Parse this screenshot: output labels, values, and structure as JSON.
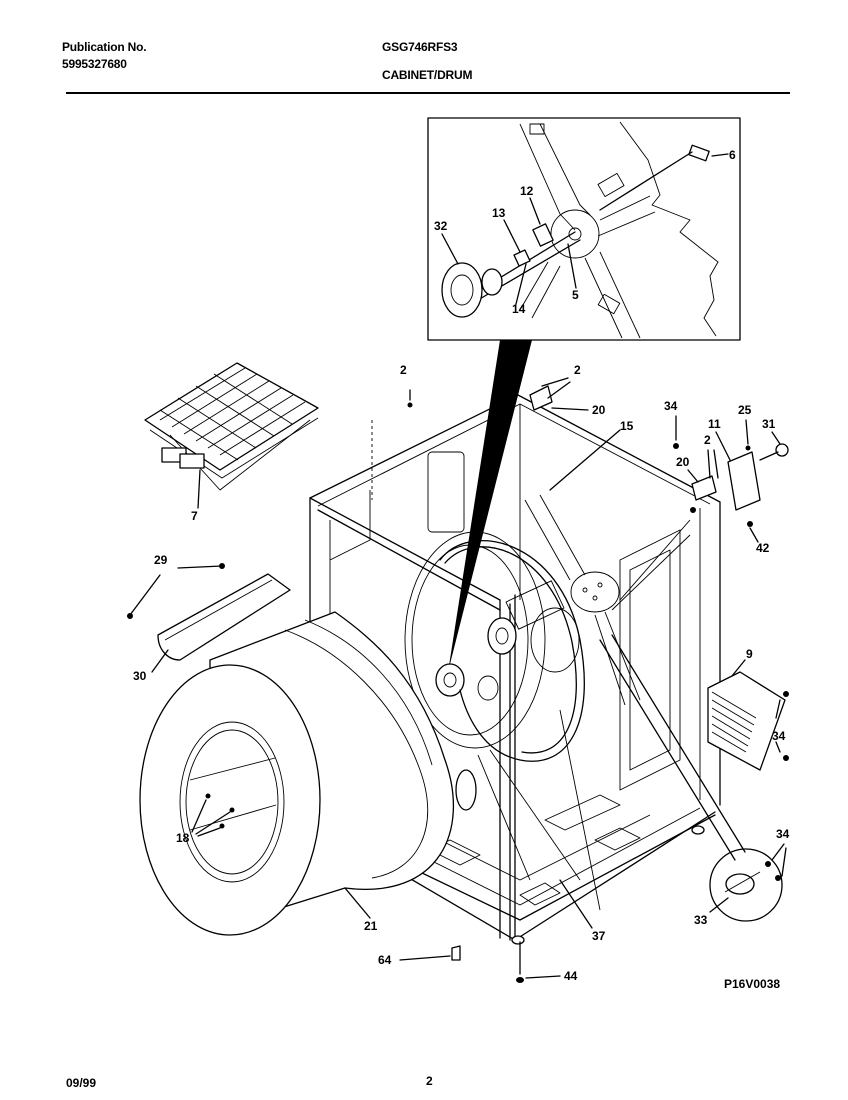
{
  "header": {
    "pub_label": "Publication No.",
    "pub_number": "5995327680",
    "model": "GSG746RFS3",
    "section": "CABINET/DRUM"
  },
  "diagram": {
    "code": "P16V0038",
    "callouts": {
      "c6": "6",
      "c12": "12",
      "c13": "13",
      "c32": "32",
      "c5": "5",
      "c14": "14",
      "c2a": "2",
      "c2b": "2",
      "c2c": "2",
      "c20a": "20",
      "c20b": "20",
      "c34a": "34",
      "c34b": "34",
      "c34c": "34",
      "c11": "11",
      "c25": "25",
      "c31": "31",
      "c15": "15",
      "c42": "42",
      "c7": "7",
      "c29": "29",
      "c30": "30",
      "c9": "9",
      "c18": "18",
      "c21": "21",
      "c37": "37",
      "c33": "33",
      "c64": "64",
      "c44": "44"
    }
  },
  "footer": {
    "date": "09/99",
    "page": "2"
  }
}
